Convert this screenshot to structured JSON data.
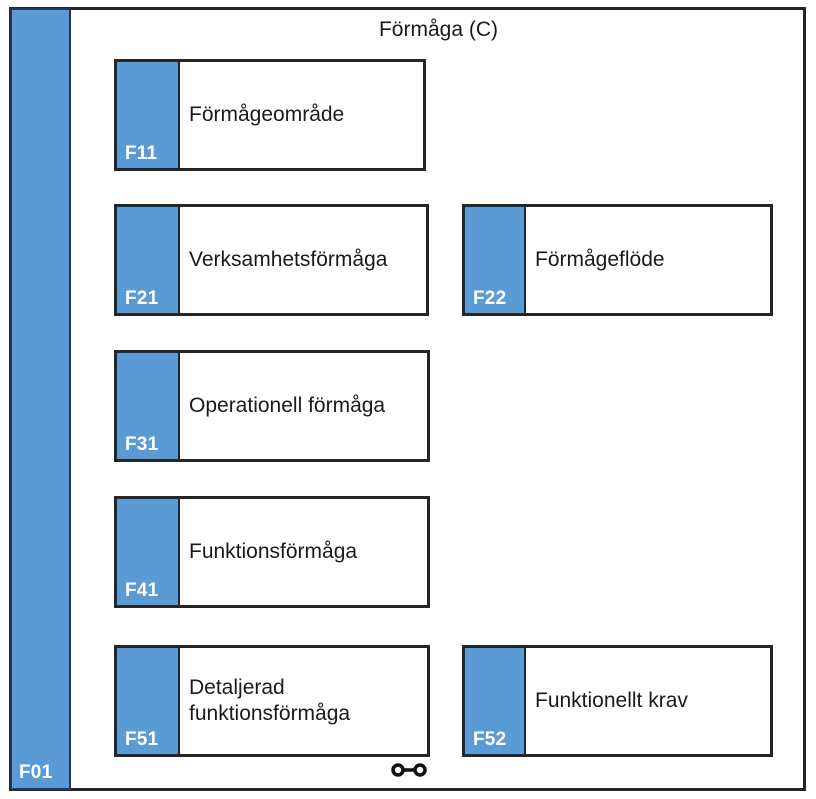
{
  "diagram": {
    "title": "Förmåga (C)",
    "root": {
      "id": "F01"
    },
    "colors": {
      "node_fill": "#5B9BD5",
      "node_border": "#262626",
      "body_fill": "#FFFFFF",
      "id_text": "#FFFFFF",
      "label_text": "#1A1A1A"
    },
    "nodes": [
      {
        "id": "F11",
        "label": "Förmågeområde",
        "column": "left"
      },
      {
        "id": "F21",
        "label": "Verksamhetsförmåga",
        "column": "left"
      },
      {
        "id": "F22",
        "label": "Förmågeflöde",
        "column": "right"
      },
      {
        "id": "F31",
        "label": "Operationell förmåga",
        "column": "left"
      },
      {
        "id": "F41",
        "label": "Funktionsförmåga",
        "column": "left"
      },
      {
        "id": "F51",
        "label": "Detaljerad funktionsförmåga",
        "column": "left"
      },
      {
        "id": "F52",
        "label": "Funktionellt krav",
        "column": "right"
      }
    ],
    "connector": {
      "icon": "link-connector-icon"
    }
  }
}
